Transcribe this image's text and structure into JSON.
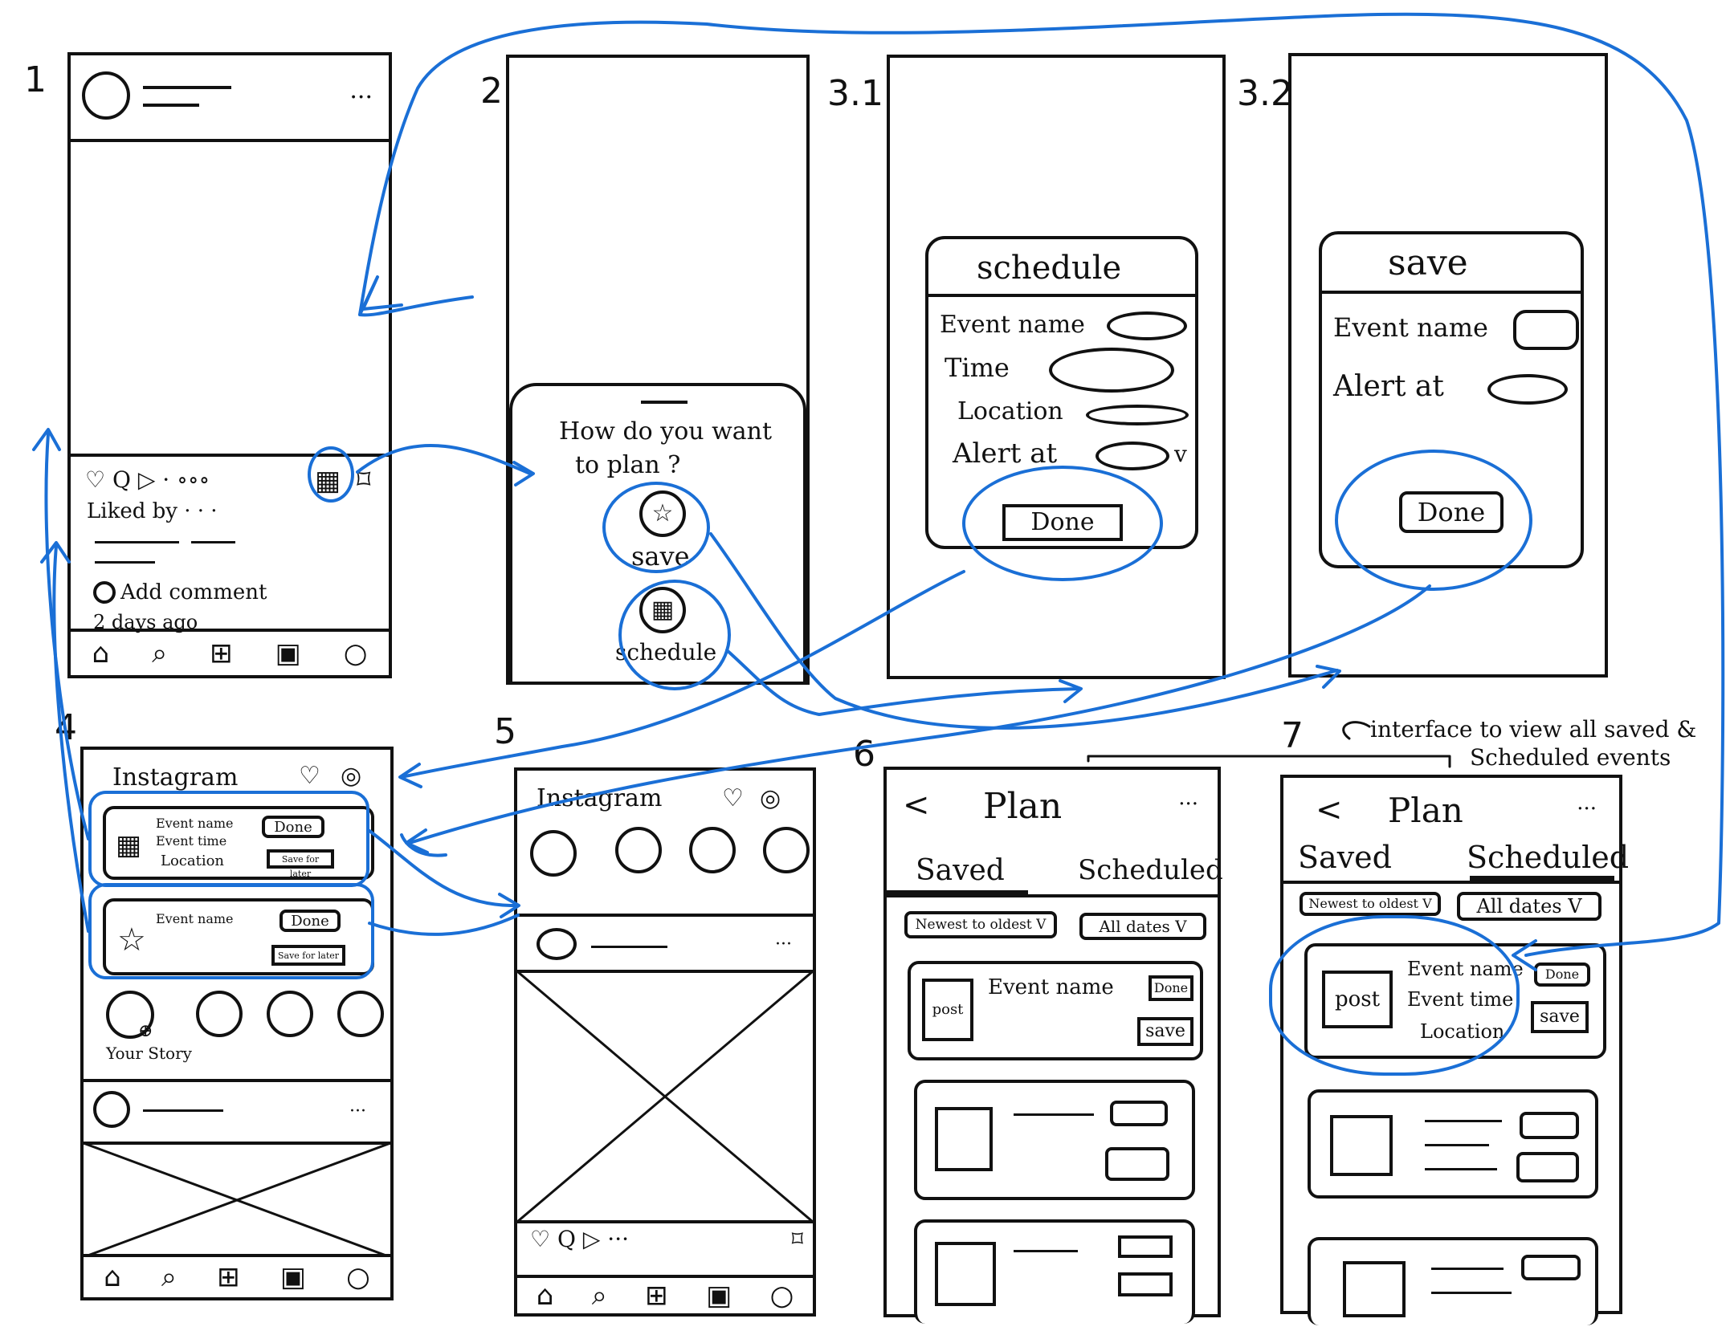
{
  "screens": {
    "s1": {
      "number": "1",
      "liked_by": "Liked by · · ·",
      "add_comment": "Add comment",
      "time_ago": "2 days ago",
      "menu_dots": "···",
      "actions": "♡ Q ▷ · ∘∘∘"
    },
    "s2": {
      "number": "2",
      "prompt_line1": "How do you want",
      "prompt_line2": "to plan ?",
      "save": "save",
      "schedule": "schedule"
    },
    "s31": {
      "number": "3.1",
      "title": "schedule",
      "fields": [
        "Event name",
        "Time",
        "Location",
        "Alert at"
      ],
      "alert_caret": "v",
      "done": "Done"
    },
    "s32": {
      "number": "3.2",
      "title": "save",
      "fields": [
        "Event name",
        "Alert at"
      ],
      "done": "Done"
    },
    "s4": {
      "number": "4",
      "brand": "Instagram",
      "card1_lines": [
        "Event name",
        "Event time",
        "Location"
      ],
      "card1_done": "Done",
      "card1_later": "Save for later",
      "card2_name": "Event name",
      "card2_done": "Done",
      "card2_later": "Save for later",
      "your_story": "Your Story"
    },
    "s5": {
      "number": "5",
      "brand": "Instagram"
    },
    "s6": {
      "number": "6",
      "back": "<",
      "title": "Plan",
      "dots": "···",
      "tab_saved": "Saved",
      "tab_scheduled": "Scheduled",
      "filter_sort": "Newest to oldest V",
      "filter_dates": "All dates V",
      "post_label": "post",
      "event_name": "Event name",
      "done": "Done",
      "save": "save"
    },
    "s7": {
      "number": "7",
      "back": "<",
      "title": "Plan",
      "dots": "···",
      "tab_saved": "Saved",
      "tab_scheduled": "Scheduled",
      "filter_sort": "Newest to oldest V",
      "filter_dates": "All dates V",
      "post_label": "post",
      "event_lines": [
        "Event name",
        "Event time",
        "Location"
      ],
      "done": "Done",
      "save": "save"
    }
  },
  "annotation_line1": "interface to view all saved &",
  "annotation_line2": "Scheduled events",
  "colors": {
    "ink": "#111111",
    "arrow": "#1a6fd6",
    "paper": "#ffffff"
  },
  "icon_names": [
    "avatar-icon",
    "heart-icon",
    "comment-icon",
    "send-icon",
    "calendar-icon",
    "bookmark-icon",
    "home-icon",
    "search-icon",
    "add-icon",
    "reels-icon",
    "profile-icon",
    "star-icon",
    "messenger-icon"
  ]
}
